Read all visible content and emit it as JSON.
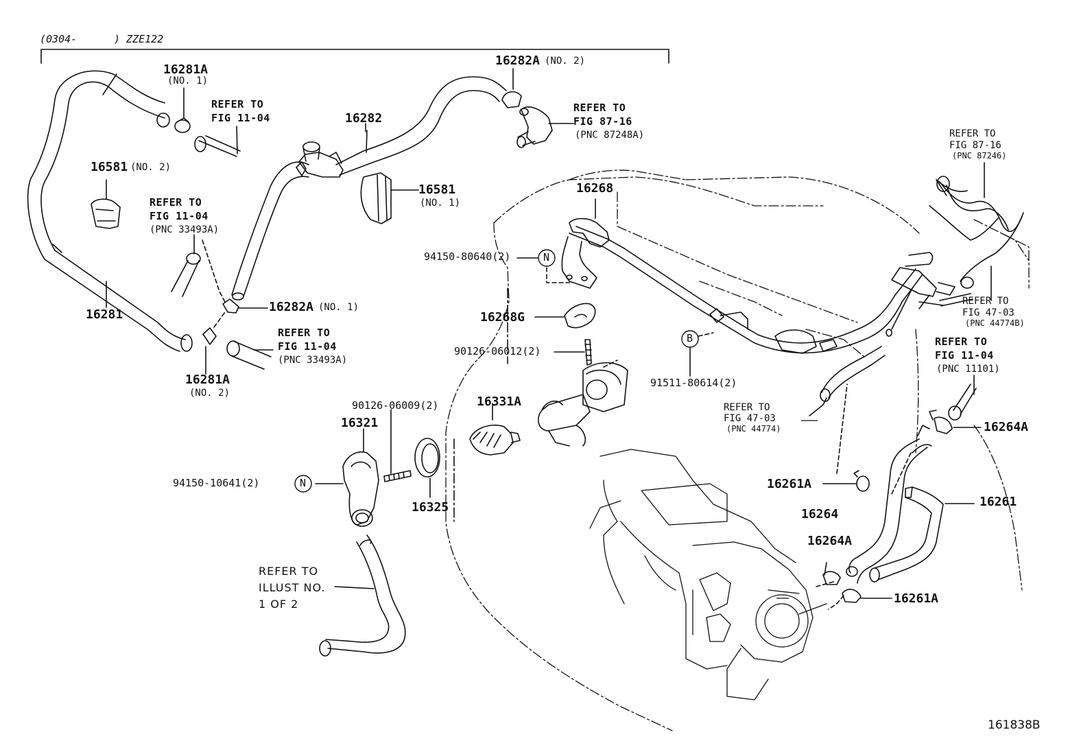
{
  "header": {
    "range": "(0304-",
    "model": ") ZZE122"
  },
  "figure_id": "161838B",
  "parts": {
    "p16281A_1": "16281A",
    "p16281A_1_sub": "(NO. 1)",
    "p16282A_2": "16282A",
    "p16282A_2_sub": "(NO. 2)",
    "p16282": "16282",
    "p16581_2": "16581",
    "p16581_2_sub": "(NO. 2)",
    "p16581_1": "16581",
    "p16581_1_sub": "(NO. 1)",
    "p16281": "16281",
    "p16282A_1": "16282A",
    "p16282A_1_sub": "(NO. 1)",
    "p16281A_2": "16281A",
    "p16281A_2_sub": "(NO. 2)",
    "p16268": "16268",
    "p16268G": "16268G",
    "p16331A": "16331A",
    "p16321": "16321",
    "p16325": "16325",
    "p16264A_top": "16264A",
    "p16261A_mid": "16261A",
    "p16261": "16261",
    "p16264": "16264",
    "p16264A_bot": "16264A",
    "p16261A_bot": "16261A"
  },
  "codes": {
    "c94150_80640": "94150-80640(2)",
    "c90126_06012": "90126-06012(2)",
    "c90126_06009": "90126-06009(2)",
    "c94150_10641": "94150-10641(2)",
    "c91511_80614": "91511-80614(2)"
  },
  "markers": {
    "n1": "N",
    "n2": "N",
    "b": "B"
  },
  "refs": {
    "r1": [
      "REFER TO",
      "FIG 11-04"
    ],
    "r2": [
      "REFER TO",
      "FIG 87-16",
      "(PNC 87248A)"
    ],
    "r3": [
      "REFER TO",
      "FIG 11-04",
      "(PNC 33493A)"
    ],
    "r4": [
      "REFER TO",
      "FIG 11-04",
      "(PNC 33493A)"
    ],
    "r5": [
      "REFER TO",
      "FIG 87-16",
      "(PNC 87246)"
    ],
    "r6": [
      "REFER TO",
      "FIG 47-03",
      "(PNC 44774B)"
    ],
    "r7": [
      "REFER TO",
      "FIG 11-04",
      "(PNC 11101)"
    ],
    "r8": [
      "REFER TO",
      "FIG 47-03",
      "(PNC 44774)"
    ],
    "r9": [
      "REFER TO",
      "ILLUST NO.",
      "1 OF 2"
    ]
  },
  "colors": {
    "line": "#111111",
    "background": "#ffffff"
  }
}
